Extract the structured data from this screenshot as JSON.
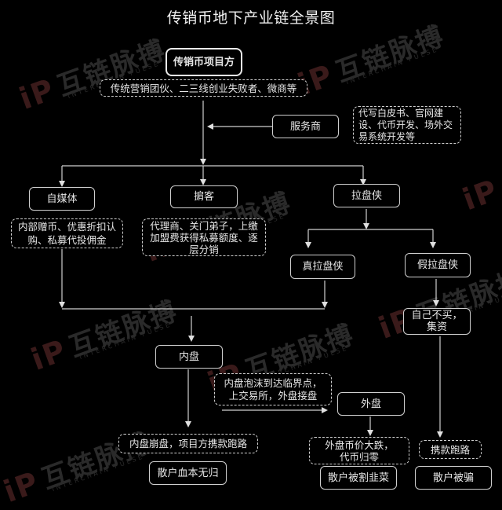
{
  "title": "传销币地下产业链全景图",
  "watermark": {
    "logo": "iP",
    "text": "互链脉搏",
    "sub": "INTERCHAIN PULSE"
  },
  "nodes": {
    "project": "传销币项目方",
    "project_source": "传统营销团伙、二三线创业失败者、微商等",
    "service": "服务商",
    "service_detail": "代写白皮书、官网建设、代币开发、场外交易系统开发等",
    "self_media": "自媒体",
    "self_media_detail": "内部赠币、优惠折扣认购、私募代投佣金",
    "broker": "掮客",
    "broker_detail": "代理商、关门弟子，上缴加盟费获得私募额度、逐层分销",
    "pump": "拉盘侠",
    "real_pump": "真拉盘侠",
    "fake_pump": "假拉盘侠",
    "fake_pump_detail": "自己不买，集资",
    "inner": "内盘",
    "inner_bubble": "内盘泡沫到达临界点，上交易所，外盘接盘",
    "outer": "外盘",
    "inner_collapse": "内盘崩盘，项目方携款跑路",
    "inner_result": "散户血本无归",
    "outer_crash": "外盘币价大跌，代币归零",
    "outer_result": "散户被割韭菜",
    "runaway": "携款跑路",
    "runaway_result": "散户被骗"
  },
  "colors": {
    "background": "#000000",
    "line": "#d0d0d0",
    "text": "#e6e6e6"
  }
}
